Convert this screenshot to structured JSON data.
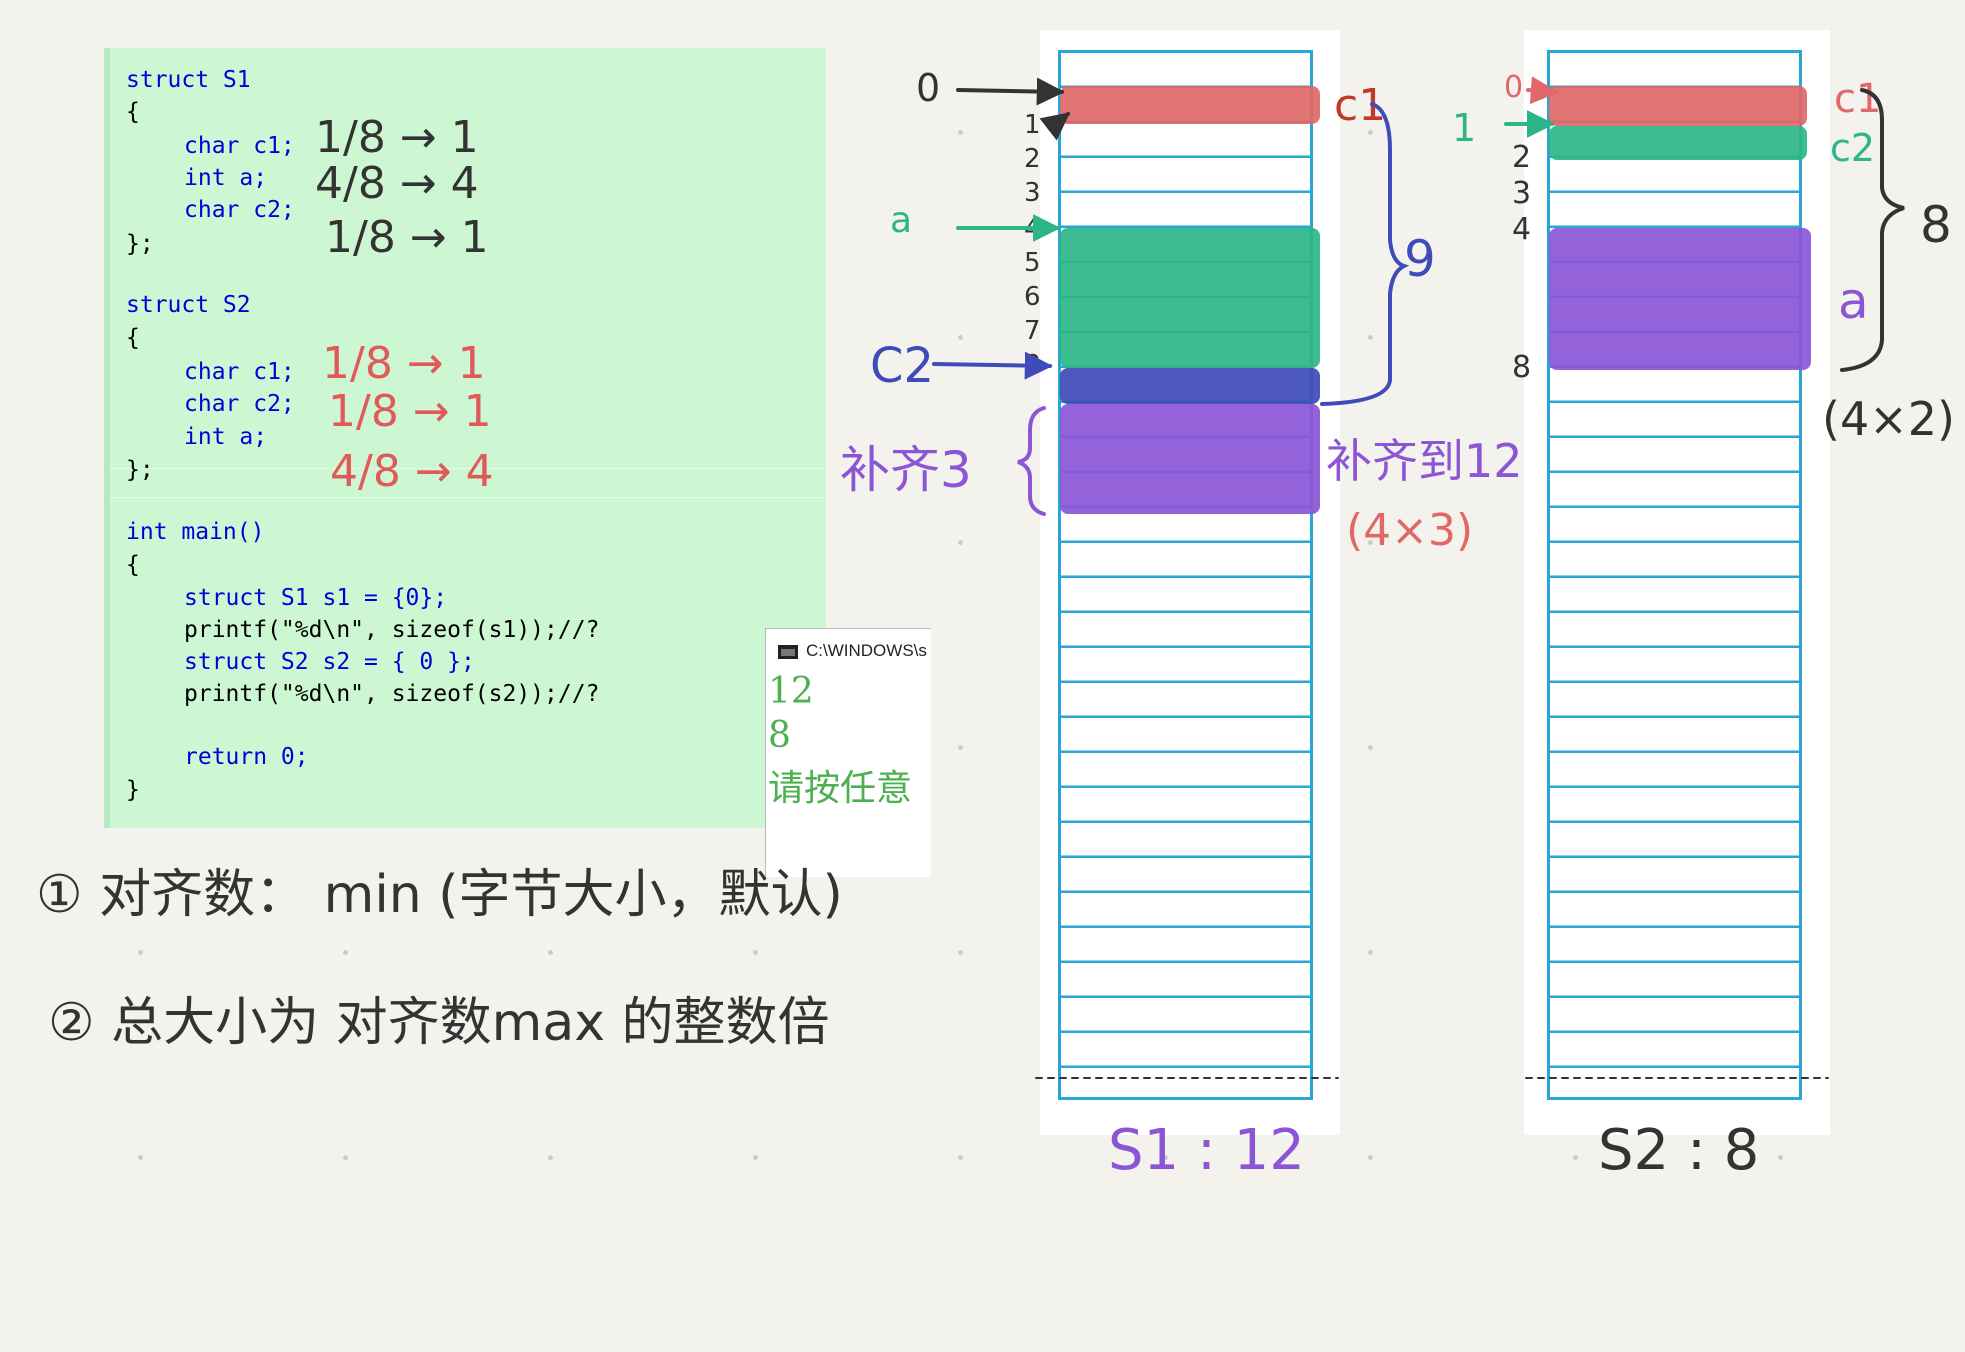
{
  "code": {
    "lines": [
      "struct S1",
      "{",
      "char c1;",
      "int a;",
      "char c2;",
      "};",
      "struct S2",
      "{",
      "char c1;",
      "char c2;",
      "int a;",
      "};",
      "int main()",
      "{",
      "struct S1 s1 = {0};",
      "printf(\"%d\\n\", sizeof(s1));//?",
      "struct S2 s2 = { 0 };",
      "printf(\"%d\\n\", sizeof(s2));//?",
      "return 0;",
      "}"
    ]
  },
  "console": {
    "title": "C:\\WINDOWS\\s",
    "output": [
      "12",
      "8",
      "请按任意"
    ]
  },
  "annotations_s1_code": [
    "1/8 → 1",
    "4/8 → 4",
    "1/8 → 1"
  ],
  "annotations_s2_code": [
    "1/8 → 1",
    "1/8 → 1",
    "4/8 → 4"
  ],
  "rules": {
    "rule1": "① 对齐数： min (字节大小，默认)",
    "rule2": "② 总大小为 对齐数max 的整数倍"
  },
  "s1_diagram": {
    "offset_labels": [
      "0",
      "1",
      "2",
      "3",
      "4",
      "5",
      "6",
      "7",
      "8"
    ],
    "field_labels": {
      "c1": "c1",
      "a": "a",
      "c2": "C2"
    },
    "brace_label": "9",
    "pad_left": "补齐3",
    "pad_right": "补齐到12",
    "pad_formula": "(4×3)",
    "caption": "S1 : 12"
  },
  "s2_diagram": {
    "offset_labels": [
      "0",
      "1",
      "2",
      "3",
      "4",
      "8"
    ],
    "field_labels": {
      "c1": "c1",
      "c2": "c2",
      "a": "a"
    },
    "brace_label": "8",
    "formula": "(4×2)",
    "caption": "S2 : 8"
  },
  "colors": {
    "c1": "#e06868",
    "a_s1": "#2db588",
    "c2_s1": "#3f4bb8",
    "pad": "#8b55d6",
    "c2_s2": "#2db588",
    "a_s2": "#8b55d6",
    "grid": "#2aa6d6"
  }
}
